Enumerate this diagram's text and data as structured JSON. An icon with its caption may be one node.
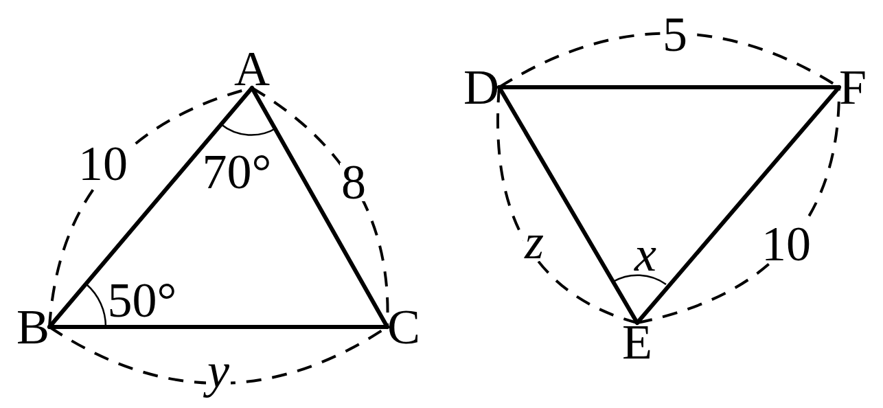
{
  "diagram": {
    "nodes": [
      {
        "text": [
          "A"
        ]
      },
      {
        "text": [
          "B"
        ]
      },
      {
        "text": [
          "C"
        ]
      },
      {
        "text": [
          "D"
        ]
      },
      {
        "text": [
          "F"
        ]
      },
      {
        "text": [
          "E"
        ]
      }
    ],
    "edges": [
      {
        "from": 0,
        "to": 1,
        "arrow": "none"
      },
      {
        "from": 0,
        "to": 2,
        "arrow": "none"
      },
      {
        "from": 1,
        "to": 2,
        "arrow": "none"
      },
      {
        "from": 3,
        "to": 4,
        "arrow": "none"
      },
      {
        "from": 3,
        "to": 5,
        "arrow": "none"
      },
      {
        "from": 5,
        "to": 4,
        "arrow": "none"
      }
    ],
    "labels": [
      "10",
      "70°",
      "8",
      "50°",
      "y",
      "5",
      "z",
      "x",
      "10"
    ]
  }
}
